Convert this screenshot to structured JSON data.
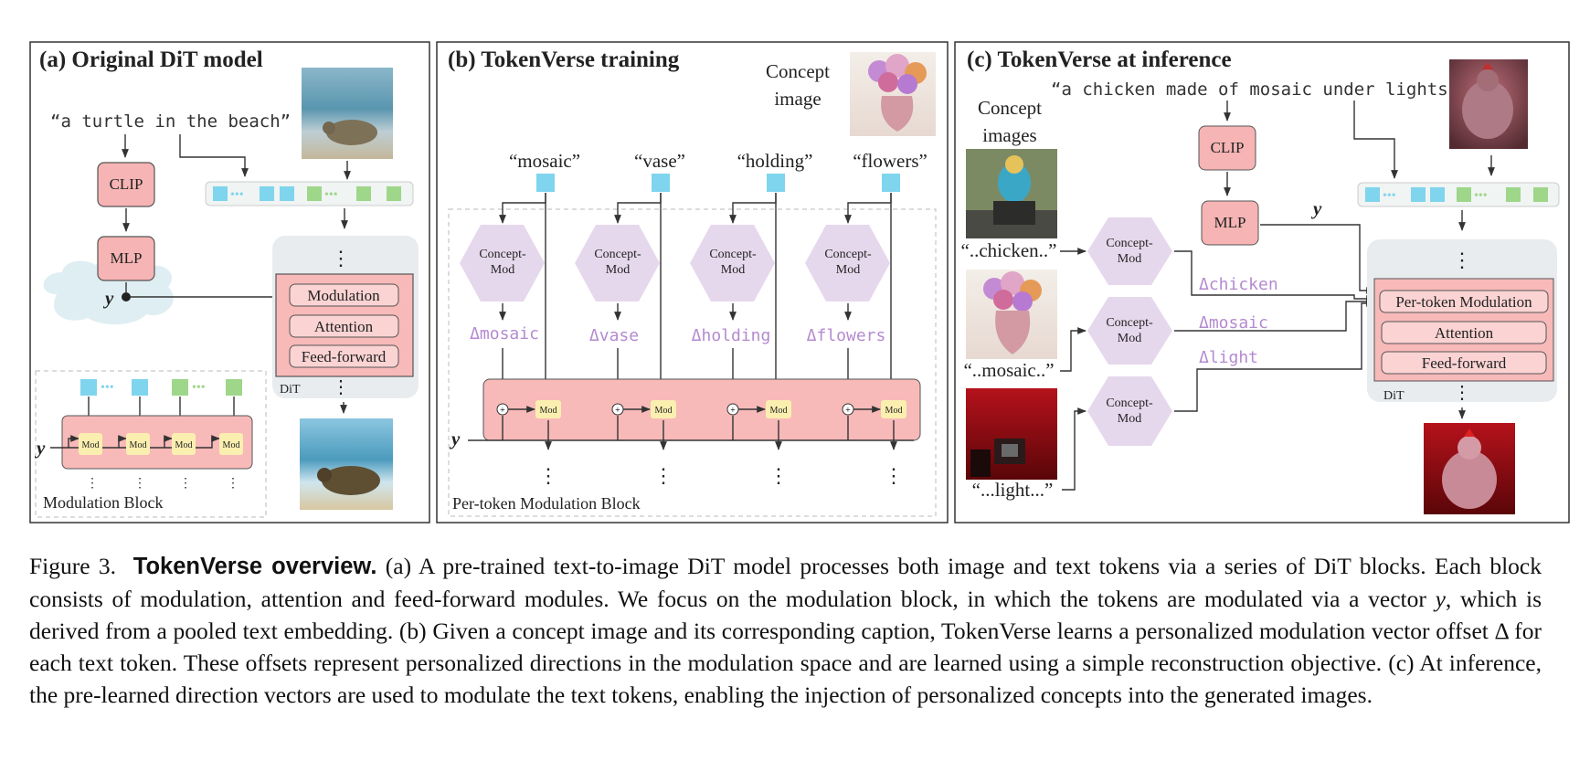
{
  "panels": {
    "a": {
      "title": "(a) Original DiT model",
      "prompt": "“a turtle in the beach”",
      "clip": "CLIP",
      "mlp": "MLP",
      "y": "y",
      "dit_blocks": [
        "Modulation",
        "Attention",
        "Feed-forward"
      ],
      "dit_label": "DiT",
      "mod_block_label": "Modulation Block",
      "mod_cells": [
        "Mod",
        "Mod",
        "Mod",
        "Mod"
      ]
    },
    "b": {
      "title": "(b) TokenVerse training",
      "concept_image_label_1": "Concept",
      "concept_image_label_2": "image",
      "tokens": [
        "“mosaic”",
        "“vase”",
        "“holding”",
        "“flowers”"
      ],
      "concept_mod_1": "Concept-",
      "concept_mod_2": "Mod",
      "deltas": [
        "Δmosaic",
        "Δvase",
        "Δholding",
        "Δflowers"
      ],
      "mod": "Mod",
      "y": "y",
      "block_label": "Per-token Modulation Block"
    },
    "c": {
      "title": "(c) TokenVerse at inference",
      "prompt": "“a chicken made of mosaic under lights”",
      "concept_images_1": "Concept",
      "concept_images_2": "images",
      "captions": [
        "“..chicken..”",
        "“..mosaic..”",
        "“...light...”"
      ],
      "concept_mod_1": "Concept-",
      "concept_mod_2": "Mod",
      "deltas": [
        "Δchicken",
        "Δmosaic",
        "Δlight"
      ],
      "clip": "CLIP",
      "mlp": "MLP",
      "y": "y",
      "dit_blocks": [
        "Per-token Modulation",
        "Attention",
        "Feed-forward"
      ],
      "dit_label": "DiT"
    }
  },
  "caption": {
    "label": "Figure 3.",
    "bold": "TokenVerse overview.",
    "text_1": "(a) A pre-trained text-to-image DiT model processes both image and text tokens via a series of DiT blocks. Each block consists of modulation, attention and feed-forward modules. We focus on the modulation block, in which the tokens are modulated via a vector",
    "var": "y",
    "text_2": ", which is derived from a pooled text embedding. (b) Given a concept image and its corresponding caption, TokenVerse learns a personalized modulation vector offset Δ for each text token. These offsets represent personalized directions in the modulation space and are learned using a simple reconstruction objective. (c) At inference, the pre-learned direction vectors are used to modulate the text tokens, enabling the injection of personalized concepts into the generated images."
  },
  "colors": {
    "clip_fill": "#f6b4b4",
    "dit_fill": "#f8b9b9",
    "concept_mod_fill": "#e6d8ec",
    "text_token": "#7fd4ee",
    "image_token": "#9ed68a",
    "mod_cell": "#fbefb0",
    "delta_text": "#b48ad0"
  }
}
